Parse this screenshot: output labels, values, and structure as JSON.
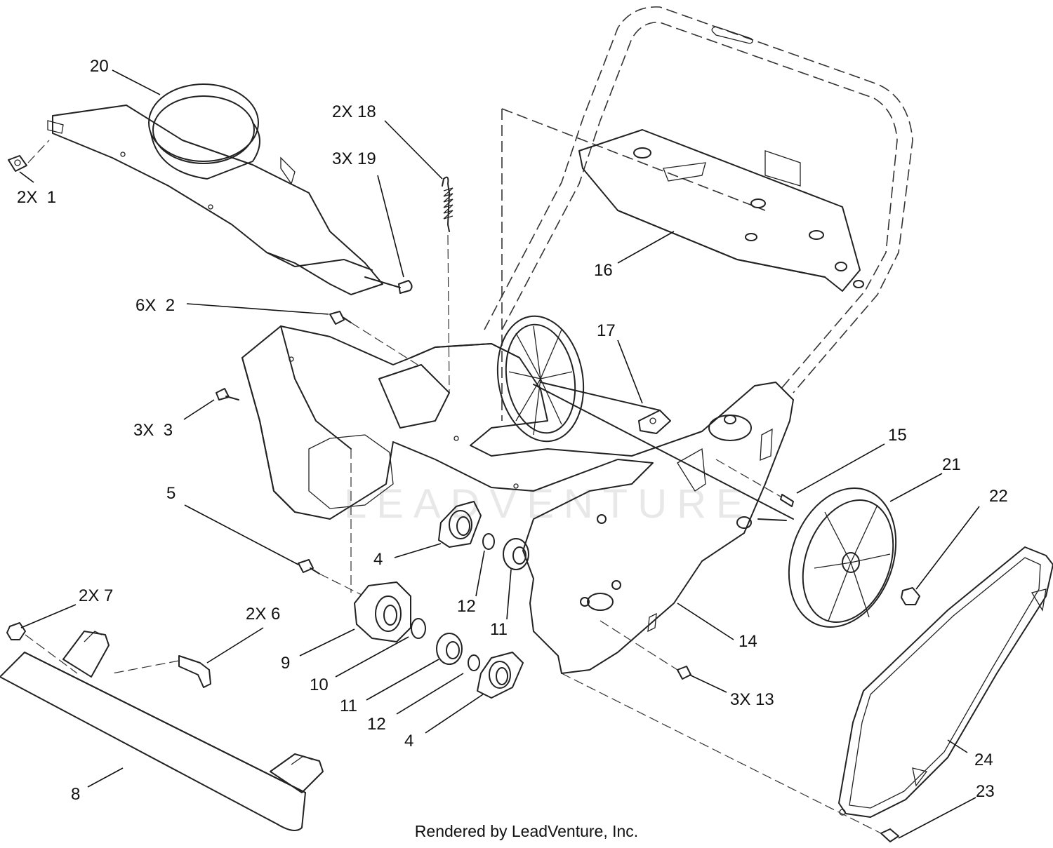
{
  "watermark": "LEADVENTURE",
  "footer": "Rendered by LeadVenture, Inc.",
  "callouts": {
    "c1": "2X  1",
    "c2": "6X  2",
    "c3": "3X  3",
    "c4a": "4",
    "c4b": "4",
    "c5": "5",
    "c6": "2X 6",
    "c7": "2X 7",
    "c8": "8",
    "c9": "9",
    "c10": "10",
    "c11a": "11",
    "c11b": "11",
    "c12a": "12",
    "c12b": "12",
    "c13": "3X 13",
    "c14": "14",
    "c15": "15",
    "c16": "16",
    "c17": "17",
    "c18": "2X 18",
    "c19": "3X 19",
    "c20": "20",
    "c21": "21",
    "c22": "22",
    "c23": "23",
    "c24": "24"
  }
}
